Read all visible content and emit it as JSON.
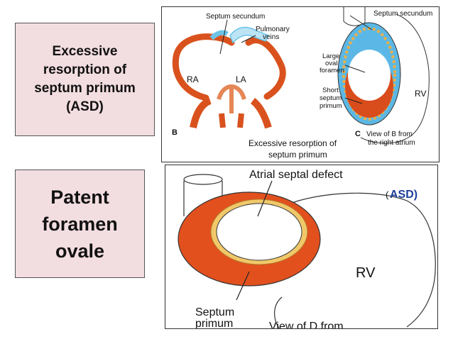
{
  "box_top": {
    "lines": [
      "Excessive",
      "resorption of",
      "septum primum",
      "(ASD)"
    ]
  },
  "box_bottom": {
    "lines": [
      "Patent",
      "foramen",
      "ovale"
    ]
  },
  "figure_top": {
    "panel_b": {
      "septum_secundum": "Septum secundum",
      "pulmonary_veins_1": "Pulmonary",
      "pulmonary_veins_2": "veins",
      "ra": "RA",
      "la": "LA",
      "letter": "B"
    },
    "panel_c": {
      "septum_secundum": "Septum secundum",
      "large_oval_1": "Large",
      "large_oval_2": "oval",
      "large_oval_3": "foramen",
      "short_septum_1": "Short",
      "short_septum_2": "septum",
      "short_septum_3": "primum",
      "rv": "RV",
      "letter": "C",
      "view_1": "View of B from",
      "view_2": "the right atrium"
    },
    "caption_1": "Excessive resorption of",
    "caption_2": "septum primum"
  },
  "figure_bottom": {
    "atrial_septal_defect": "Atrial septal defect",
    "asd_paren": "(",
    "asd_label": "ASD)",
    "rv": "RV",
    "septum_1": "Septum",
    "septum_2": "primum",
    "view_cut": "View of D from"
  },
  "colors": {
    "box_bg": "#f2dde0",
    "septum_primum": "#e2501e",
    "septum_secundum_fill": "#5bb8e6",
    "secundum_edge": "#e8b04a",
    "asd_text": "#1f3f9c"
  }
}
